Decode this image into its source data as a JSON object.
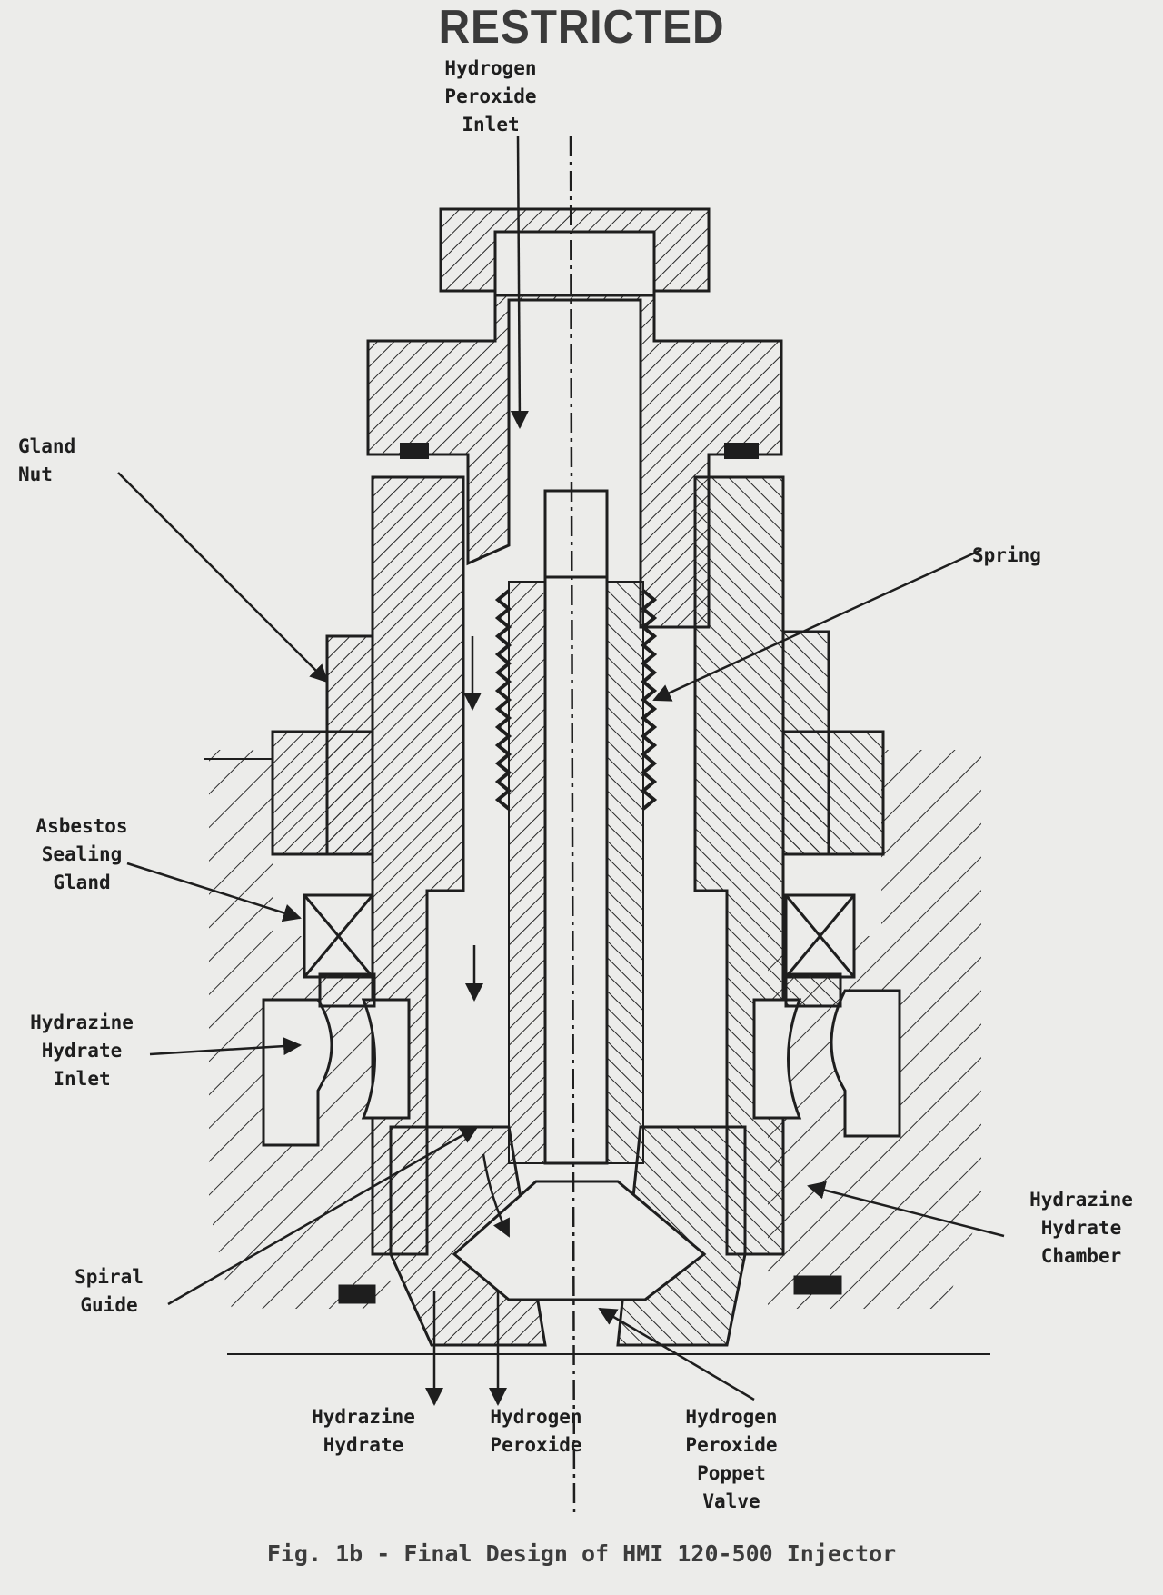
{
  "stamp": "RESTRICTED",
  "caption": "Fig. 1b - Final Design of HMI 120-500 Injector",
  "labels": {
    "h2o2_inlet": "Hydrogen\nPeroxide\nInlet",
    "gland_nut": "Gland\nNut",
    "spring": "Spring",
    "asbestos_gland": "Asbestos\nSealing\nGland",
    "hydrazine_inlet": "Hydrazine\nHydrate\nInlet",
    "hydrazine_chamber": "Hydrazine\nHydrate\nChamber",
    "spiral_guide": "Spiral\nGuide",
    "out_hydrazine": "Hydrazine\nHydrate",
    "out_h2o2": "Hydrogen\nPeroxide",
    "poppet_valve": "Hydrogen\nPeroxide\nPoppet\nValve"
  },
  "colors": {
    "paper": "#ececea",
    "ink": "#1e1e1e",
    "stamp": "#3a3a3a"
  }
}
